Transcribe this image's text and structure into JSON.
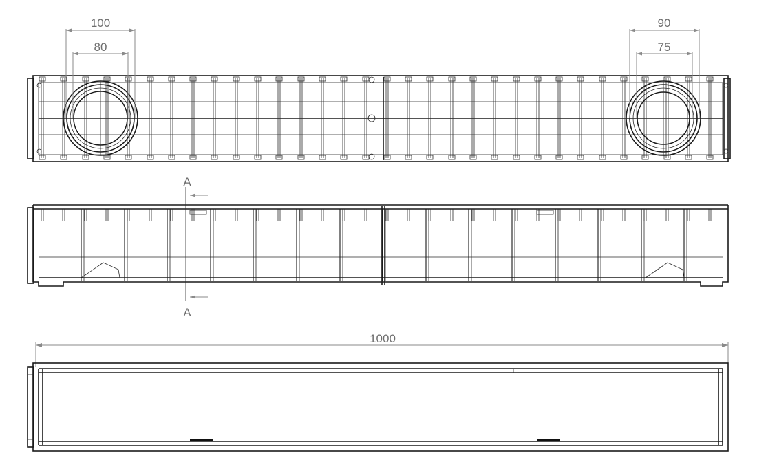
{
  "dimensions": {
    "left_outer": "100",
    "left_inner": "80",
    "right_outer": "90",
    "right_inner": "75",
    "length": "1000"
  },
  "section": {
    "label_top": "A",
    "label_bottom": "A"
  },
  "colors": {
    "line": "#1a1a1a",
    "dimension": "#8a8a8a",
    "dimension_text": "#6e6e6e",
    "background": "#ffffff"
  }
}
